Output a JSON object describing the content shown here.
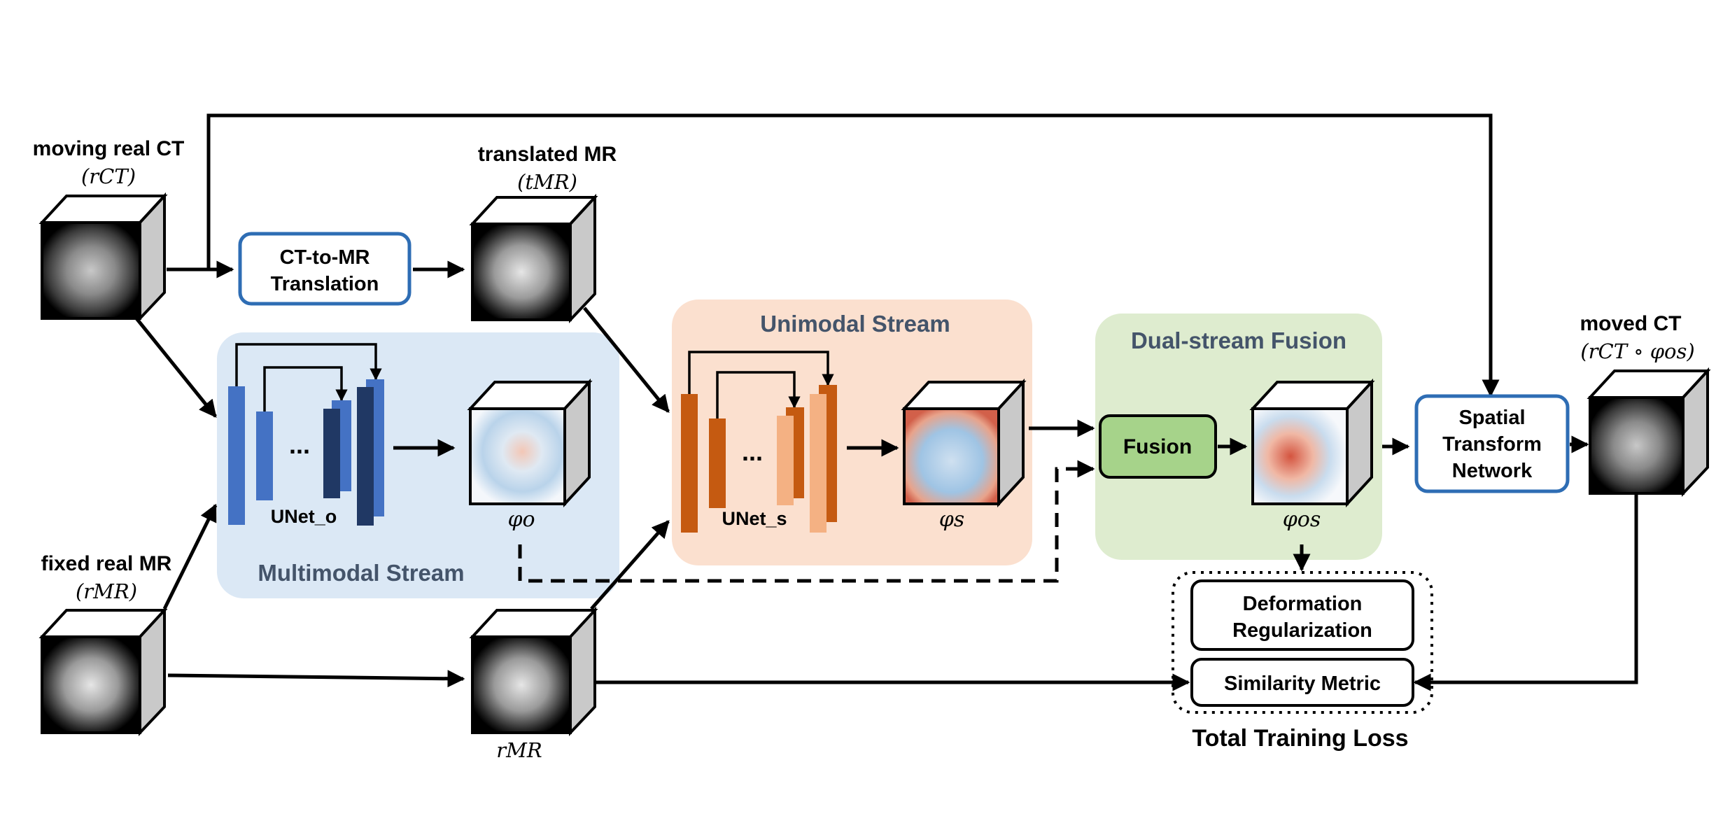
{
  "labels": {
    "moving_ct_title": "moving real CT",
    "moving_ct_sym": "(rCT)",
    "translated_mr_title": "translated MR",
    "translated_mr_sym": "(tMR)",
    "fixed_mr_title": "fixed real MR",
    "fixed_mr_sym": "(rMR)",
    "rmr_bottom": "rMR",
    "moved_ct_title": "moved CT",
    "moved_ct_sym": "(rCT ∘ φos)",
    "phi_o": "φo",
    "phi_s": "φs",
    "phi_os": "φos",
    "unet_o": "UNet_o",
    "unet_s": "UNet_s",
    "ellipsis": "..."
  },
  "boxes": {
    "ct_to_mr_line1": "CT-to-MR",
    "ct_to_mr_line2": "Translation",
    "fusion": "Fusion",
    "stn_line1": "Spatial",
    "stn_line2": "Transform",
    "stn_line3": "Network",
    "deform_line1": "Deformation",
    "deform_line2": "Regularization",
    "similarity": "Similarity Metric",
    "total_loss": "Total Training Loss"
  },
  "streams": {
    "multimodal": "Multimodal Stream",
    "unimodal": "Unimodal Stream",
    "fusion": "Dual-stream Fusion"
  },
  "colors": {
    "blue_outline": "#2e6db4",
    "multimodal_bg": "#dbe8f5",
    "unimodal_bg": "#fbe0cf",
    "fusion_bg": "#deeccf",
    "fusion_box": "#a6d38a",
    "unet_o_light": "#4472c4",
    "unet_o_dark": "#203864",
    "unet_s_dark": "#c55a11",
    "unet_s_light": "#f4b183"
  }
}
